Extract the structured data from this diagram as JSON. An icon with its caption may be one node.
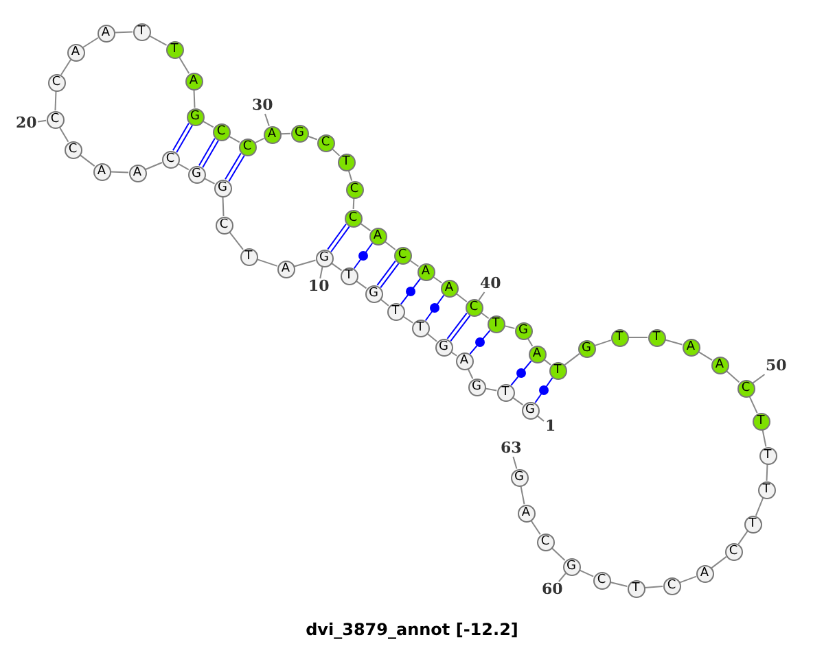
{
  "diagram": {
    "title": "dvi_3879_annot [-12.2]",
    "nodes": [
      {
        "text": [
          "G"
        ]
      },
      {
        "text": [
          "T"
        ]
      },
      {
        "text": [
          "G"
        ]
      },
      {
        "text": [
          "A"
        ]
      },
      {
        "text": [
          "G"
        ]
      },
      {
        "text": [
          "T"
        ]
      },
      {
        "text": [
          "T"
        ]
      },
      {
        "text": [
          "G"
        ]
      },
      {
        "text": [
          "T"
        ]
      },
      {
        "text": [
          "G"
        ]
      },
      {
        "text": [
          "A"
        ]
      },
      {
        "text": [
          "T"
        ]
      },
      {
        "text": [
          "C"
        ]
      },
      {
        "text": [
          "G"
        ]
      },
      {
        "text": [
          "G"
        ]
      },
      {
        "text": [
          "C"
        ]
      },
      {
        "text": [
          "A"
        ]
      },
      {
        "text": [
          "A"
        ]
      },
      {
        "text": [
          "C"
        ]
      },
      {
        "text": [
          "C"
        ]
      },
      {
        "text": [
          "C"
        ]
      },
      {
        "text": [
          "A"
        ]
      },
      {
        "text": [
          "A"
        ]
      },
      {
        "text": [
          "T"
        ]
      },
      {
        "text": [
          "T"
        ]
      },
      {
        "text": [
          "A"
        ]
      },
      {
        "text": [
          "G"
        ]
      },
      {
        "text": [
          "C"
        ]
      },
      {
        "text": [
          "C"
        ]
      },
      {
        "text": [
          "A"
        ]
      },
      {
        "text": [
          "G"
        ]
      },
      {
        "text": [
          "C"
        ]
      },
      {
        "text": [
          "T"
        ]
      },
      {
        "text": [
          "C"
        ]
      },
      {
        "text": [
          "C"
        ]
      },
      {
        "text": [
          "A"
        ]
      },
      {
        "text": [
          "C"
        ]
      },
      {
        "text": [
          "A"
        ]
      },
      {
        "text": [
          "A"
        ]
      },
      {
        "text": [
          "C"
        ]
      },
      {
        "text": [
          "T"
        ]
      },
      {
        "text": [
          "G"
        ]
      },
      {
        "text": [
          "A"
        ]
      },
      {
        "text": [
          "T"
        ]
      },
      {
        "text": [
          "G"
        ]
      },
      {
        "text": [
          "T"
        ]
      },
      {
        "text": [
          "T"
        ]
      },
      {
        "text": [
          "A"
        ]
      },
      {
        "text": [
          "A"
        ]
      },
      {
        "text": [
          "C"
        ]
      },
      {
        "text": [
          "T"
        ]
      },
      {
        "text": [
          "T"
        ]
      },
      {
        "text": [
          "T"
        ]
      },
      {
        "text": [
          "T"
        ]
      },
      {
        "text": [
          "C"
        ]
      },
      {
        "text": [
          "A"
        ]
      },
      {
        "text": [
          "C"
        ]
      },
      {
        "text": [
          "T"
        ]
      },
      {
        "text": [
          "C"
        ]
      },
      {
        "text": [
          "G"
        ]
      },
      {
        "text": [
          "C"
        ]
      },
      {
        "text": [
          "A"
        ]
      },
      {
        "text": [
          "G"
        ]
      },
      {
        "text": [
          "1"
        ]
      },
      {
        "text": [
          "10"
        ]
      },
      {
        "text": [
          "20"
        ]
      },
      {
        "text": [
          "30"
        ]
      },
      {
        "text": [
          "40"
        ]
      },
      {
        "text": [
          "50"
        ]
      },
      {
        "text": [
          "60"
        ]
      },
      {
        "text": [
          "63"
        ]
      }
    ],
    "edges": [
      {
        "from": 0,
        "to": 1,
        "arrow": "none"
      },
      {
        "from": 1,
        "to": 2,
        "arrow": "none"
      },
      {
        "from": 2,
        "to": 3,
        "arrow": "none"
      },
      {
        "from": 3,
        "to": 4,
        "arrow": "none"
      },
      {
        "from": 4,
        "to": 5,
        "arrow": "none"
      },
      {
        "from": 5,
        "to": 6,
        "arrow": "none"
      },
      {
        "from": 6,
        "to": 7,
        "arrow": "none"
      },
      {
        "from": 7,
        "to": 8,
        "arrow": "none"
      },
      {
        "from": 8,
        "to": 9,
        "arrow": "none"
      },
      {
        "from": 9,
        "to": 10,
        "arrow": "none"
      },
      {
        "from": 10,
        "to": 11,
        "arrow": "none"
      },
      {
        "from": 11,
        "to": 12,
        "arrow": "none"
      },
      {
        "from": 12,
        "to": 13,
        "arrow": "none"
      },
      {
        "from": 13,
        "to": 14,
        "arrow": "none"
      },
      {
        "from": 14,
        "to": 15,
        "arrow": "none"
      },
      {
        "from": 15,
        "to": 16,
        "arrow": "none"
      },
      {
        "from": 16,
        "to": 17,
        "arrow": "none"
      },
      {
        "from": 17,
        "to": 18,
        "arrow": "none"
      },
      {
        "from": 18,
        "to": 19,
        "arrow": "none"
      },
      {
        "from": 19,
        "to": 20,
        "arrow": "none"
      },
      {
        "from": 20,
        "to": 21,
        "arrow": "none"
      },
      {
        "from": 21,
        "to": 22,
        "arrow": "none"
      },
      {
        "from": 22,
        "to": 23,
        "arrow": "none"
      },
      {
        "from": 23,
        "to": 24,
        "arrow": "none"
      },
      {
        "from": 24,
        "to": 25,
        "arrow": "none"
      },
      {
        "from": 25,
        "to": 26,
        "arrow": "none"
      },
      {
        "from": 26,
        "to": 27,
        "arrow": "none"
      },
      {
        "from": 27,
        "to": 28,
        "arrow": "none"
      },
      {
        "from": 28,
        "to": 29,
        "arrow": "none"
      },
      {
        "from": 29,
        "to": 30,
        "arrow": "none"
      },
      {
        "from": 30,
        "to": 31,
        "arrow": "none"
      },
      {
        "from": 31,
        "to": 32,
        "arrow": "none"
      },
      {
        "from": 32,
        "to": 33,
        "arrow": "none"
      },
      {
        "from": 33,
        "to": 34,
        "arrow": "none"
      },
      {
        "from": 34,
        "to": 35,
        "arrow": "none"
      },
      {
        "from": 35,
        "to": 36,
        "arrow": "none"
      },
      {
        "from": 36,
        "to": 37,
        "arrow": "none"
      },
      {
        "from": 37,
        "to": 38,
        "arrow": "none"
      },
      {
        "from": 38,
        "to": 39,
        "arrow": "none"
      },
      {
        "from": 39,
        "to": 40,
        "arrow": "none"
      },
      {
        "from": 40,
        "to": 41,
        "arrow": "none"
      },
      {
        "from": 41,
        "to": 42,
        "arrow": "none"
      },
      {
        "from": 42,
        "to": 43,
        "arrow": "none"
      },
      {
        "from": 43,
        "to": 44,
        "arrow": "none"
      },
      {
        "from": 44,
        "to": 45,
        "arrow": "none"
      },
      {
        "from": 45,
        "to": 46,
        "arrow": "none"
      },
      {
        "from": 46,
        "to": 47,
        "arrow": "none"
      },
      {
        "from": 47,
        "to": 48,
        "arrow": "none"
      },
      {
        "from": 48,
        "to": 49,
        "arrow": "none"
      },
      {
        "from": 49,
        "to": 50,
        "arrow": "none"
      },
      {
        "from": 50,
        "to": 51,
        "arrow": "none"
      },
      {
        "from": 51,
        "to": 52,
        "arrow": "none"
      },
      {
        "from": 52,
        "to": 53,
        "arrow": "none"
      },
      {
        "from": 53,
        "to": 54,
        "arrow": "none"
      },
      {
        "from": 54,
        "to": 55,
        "arrow": "none"
      },
      {
        "from": 55,
        "to": 56,
        "arrow": "none"
      },
      {
        "from": 56,
        "to": 57,
        "arrow": "none"
      },
      {
        "from": 57,
        "to": 58,
        "arrow": "none"
      },
      {
        "from": 58,
        "to": 59,
        "arrow": "none"
      },
      {
        "from": 59,
        "to": 60,
        "arrow": "none"
      },
      {
        "from": 60,
        "to": 61,
        "arrow": "none"
      },
      {
        "from": 61,
        "to": 62,
        "arrow": "none"
      },
      {
        "from": 13,
        "to": 28,
        "arrow": "none",
        "color": "#0000ff"
      },
      {
        "from": 14,
        "to": 27,
        "arrow": "none",
        "color": "#0000ff"
      },
      {
        "from": 15,
        "to": 26,
        "arrow": "none",
        "color": "#0000ff"
      },
      {
        "from": 9,
        "to": 34,
        "arrow": "none",
        "color": "#0000ff"
      },
      {
        "from": 8,
        "to": 35,
        "arrow": "none",
        "color": "#0000ff"
      },
      {
        "from": 7,
        "to": 36,
        "arrow": "none",
        "color": "#0000ff"
      },
      {
        "from": 6,
        "to": 37,
        "arrow": "none",
        "color": "#0000ff"
      },
      {
        "from": 5,
        "to": 38,
        "arrow": "none",
        "color": "#0000ff"
      },
      {
        "from": 4,
        "to": 39,
        "arrow": "none",
        "color": "#0000ff"
      },
      {
        "from": 3,
        "to": 40,
        "arrow": "none",
        "color": "#0000ff"
      },
      {
        "from": 1,
        "to": 42,
        "arrow": "none",
        "color": "#0000ff"
      },
      {
        "from": 0,
        "to": 43,
        "arrow": "none",
        "color": "#0000ff"
      },
      {
        "from": 63,
        "to": 0,
        "arrow": "none"
      },
      {
        "from": 64,
        "to": 9,
        "arrow": "none"
      },
      {
        "from": 65,
        "to": 19,
        "arrow": "none"
      },
      {
        "from": 66,
        "to": 29,
        "arrow": "none"
      },
      {
        "from": 67,
        "to": 39,
        "arrow": "none"
      },
      {
        "from": 68,
        "to": 49,
        "arrow": "none"
      },
      {
        "from": 69,
        "to": 59,
        "arrow": "none"
      },
      {
        "from": 70,
        "to": 62,
        "arrow": "none"
      }
    ]
  }
}
